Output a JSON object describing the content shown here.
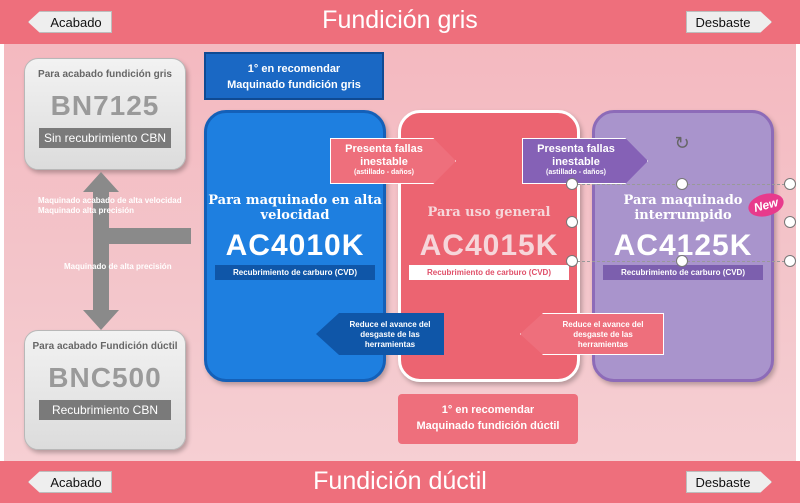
{
  "header": {
    "title": "Fundición gris",
    "left_button": "Acabado",
    "right_button": "Desbaste"
  },
  "footer": {
    "title": "Fundición dúctil",
    "left_button": "Acabado",
    "right_button": "Desbaste"
  },
  "grey_top": {
    "subtitle": "Para acabado fundición gris",
    "code": "BN7125",
    "tag": "Sin recubrimiento CBN"
  },
  "grey_bottom": {
    "subtitle": "Para acabado Fundición dúctil",
    "code": "BNC500",
    "tag": "Recubrimiento CBN"
  },
  "grey_notes": {
    "note_1": "Maquinado acabado de alta velocidad",
    "note_2": "Maquinado alta precisión",
    "note_3": "Maquinado de alta precisión"
  },
  "banner_top": {
    "line_1": "1°  en recomendar",
    "line_2": "Maquinado fundición gris"
  },
  "banner_bottom": {
    "line_1": "1°  en recomendar",
    "line_2": "Maquinado fundición dúctil"
  },
  "cards": [
    {
      "title_1": "Para maquinado en alta",
      "title_2": "velocidad",
      "code": "AC4010K",
      "coating": "Recubrimiento de carburo (CVD)"
    },
    {
      "title_1": "Para uso general",
      "title_2": "",
      "code": "AC4015K",
      "coating": "Recubrimiento de carburo (CVD)"
    },
    {
      "title_1": "Para maquinado",
      "title_2": "interrumpido",
      "code": "AC4125K",
      "coating": "Recubrimiento de carburo (CVD)"
    }
  ],
  "arrows_right": [
    {
      "line_1": "Presenta fallas",
      "line_2": "inestable",
      "note": "(astillado - daños)"
    },
    {
      "line_1": "Presenta fallas",
      "line_2": "inestable",
      "note": "(astillado - daños)"
    }
  ],
  "arrows_left": [
    {
      "line_1": "Reduce el avance del",
      "line_2": "desgaste de las",
      "line_3": "herramientas"
    },
    {
      "line_1": "Reduce el avance del",
      "line_2": "desgaste de las",
      "line_3": "herramientas"
    }
  ],
  "badge": {
    "label": "New"
  },
  "colors": {
    "band": "#ee6f7c",
    "blue": "#1e7fe0",
    "pink": "#ec6471",
    "purple": "#a994cc"
  }
}
